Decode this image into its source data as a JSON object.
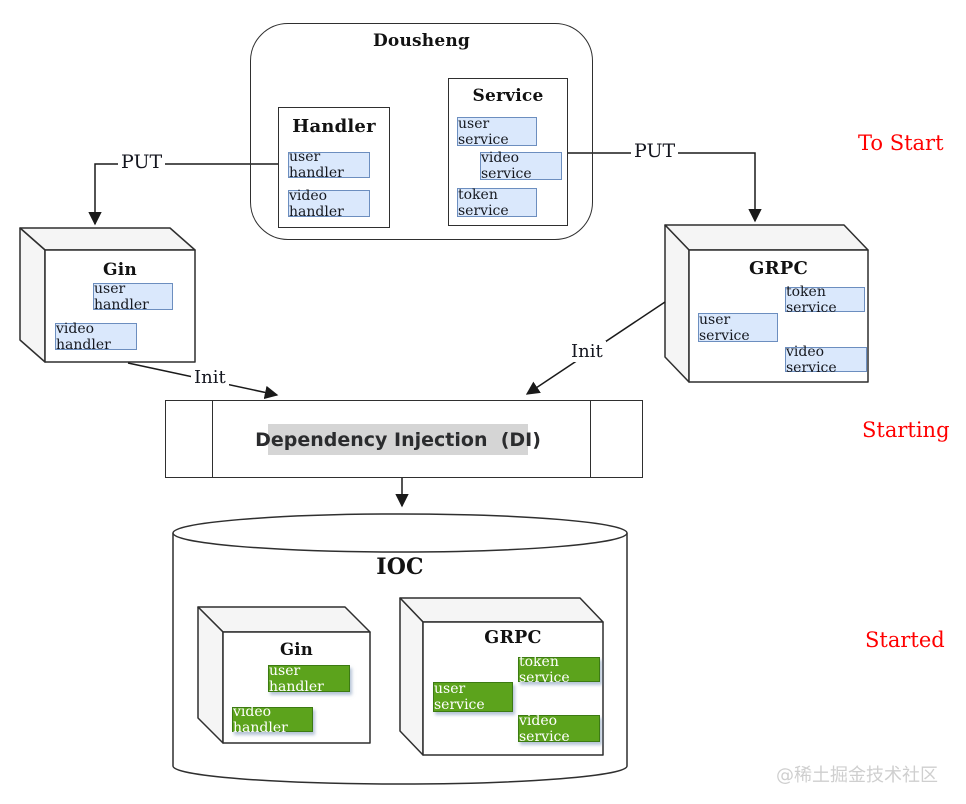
{
  "colors": {
    "chip_blue_fill": "#dae8fc",
    "chip_blue_stroke": "#6c8ebf",
    "chip_green_fill": "#5ca31c",
    "chip_green_stroke": "#3c7a12",
    "box_face_gray": "#f5f5f5",
    "line": "#2f2f2f",
    "stage_red": "#ff0000",
    "di_highlight": "#d5d5d5"
  },
  "dousheng": {
    "title": "Dousheng",
    "handler": {
      "title": "Handler",
      "user": "user handler",
      "video": "video handler"
    },
    "service": {
      "title": "Service",
      "user": "user service",
      "video": "video service",
      "token": "token service"
    }
  },
  "gin": {
    "title": "Gin",
    "user": "user handler",
    "video": "video handler"
  },
  "grpc": {
    "title": "GRPC",
    "token": "token service",
    "user": "user service",
    "video": "video service"
  },
  "di": {
    "label": "Dependency Injection  (DI)"
  },
  "ioc": {
    "title": "IOC",
    "gin": {
      "title": "Gin",
      "user": "user handler",
      "video": "video handler"
    },
    "grpc": {
      "title": "GRPC",
      "token": "token service",
      "user": "user service",
      "video": "video service"
    }
  },
  "connectors": {
    "put_left": "PUT",
    "put_right": "PUT",
    "init_left": "Init",
    "init_right": "Init"
  },
  "stages": {
    "to_start": "To Start",
    "starting": "Starting",
    "started": "Started"
  },
  "watermark": "@稀土掘金技术社区"
}
